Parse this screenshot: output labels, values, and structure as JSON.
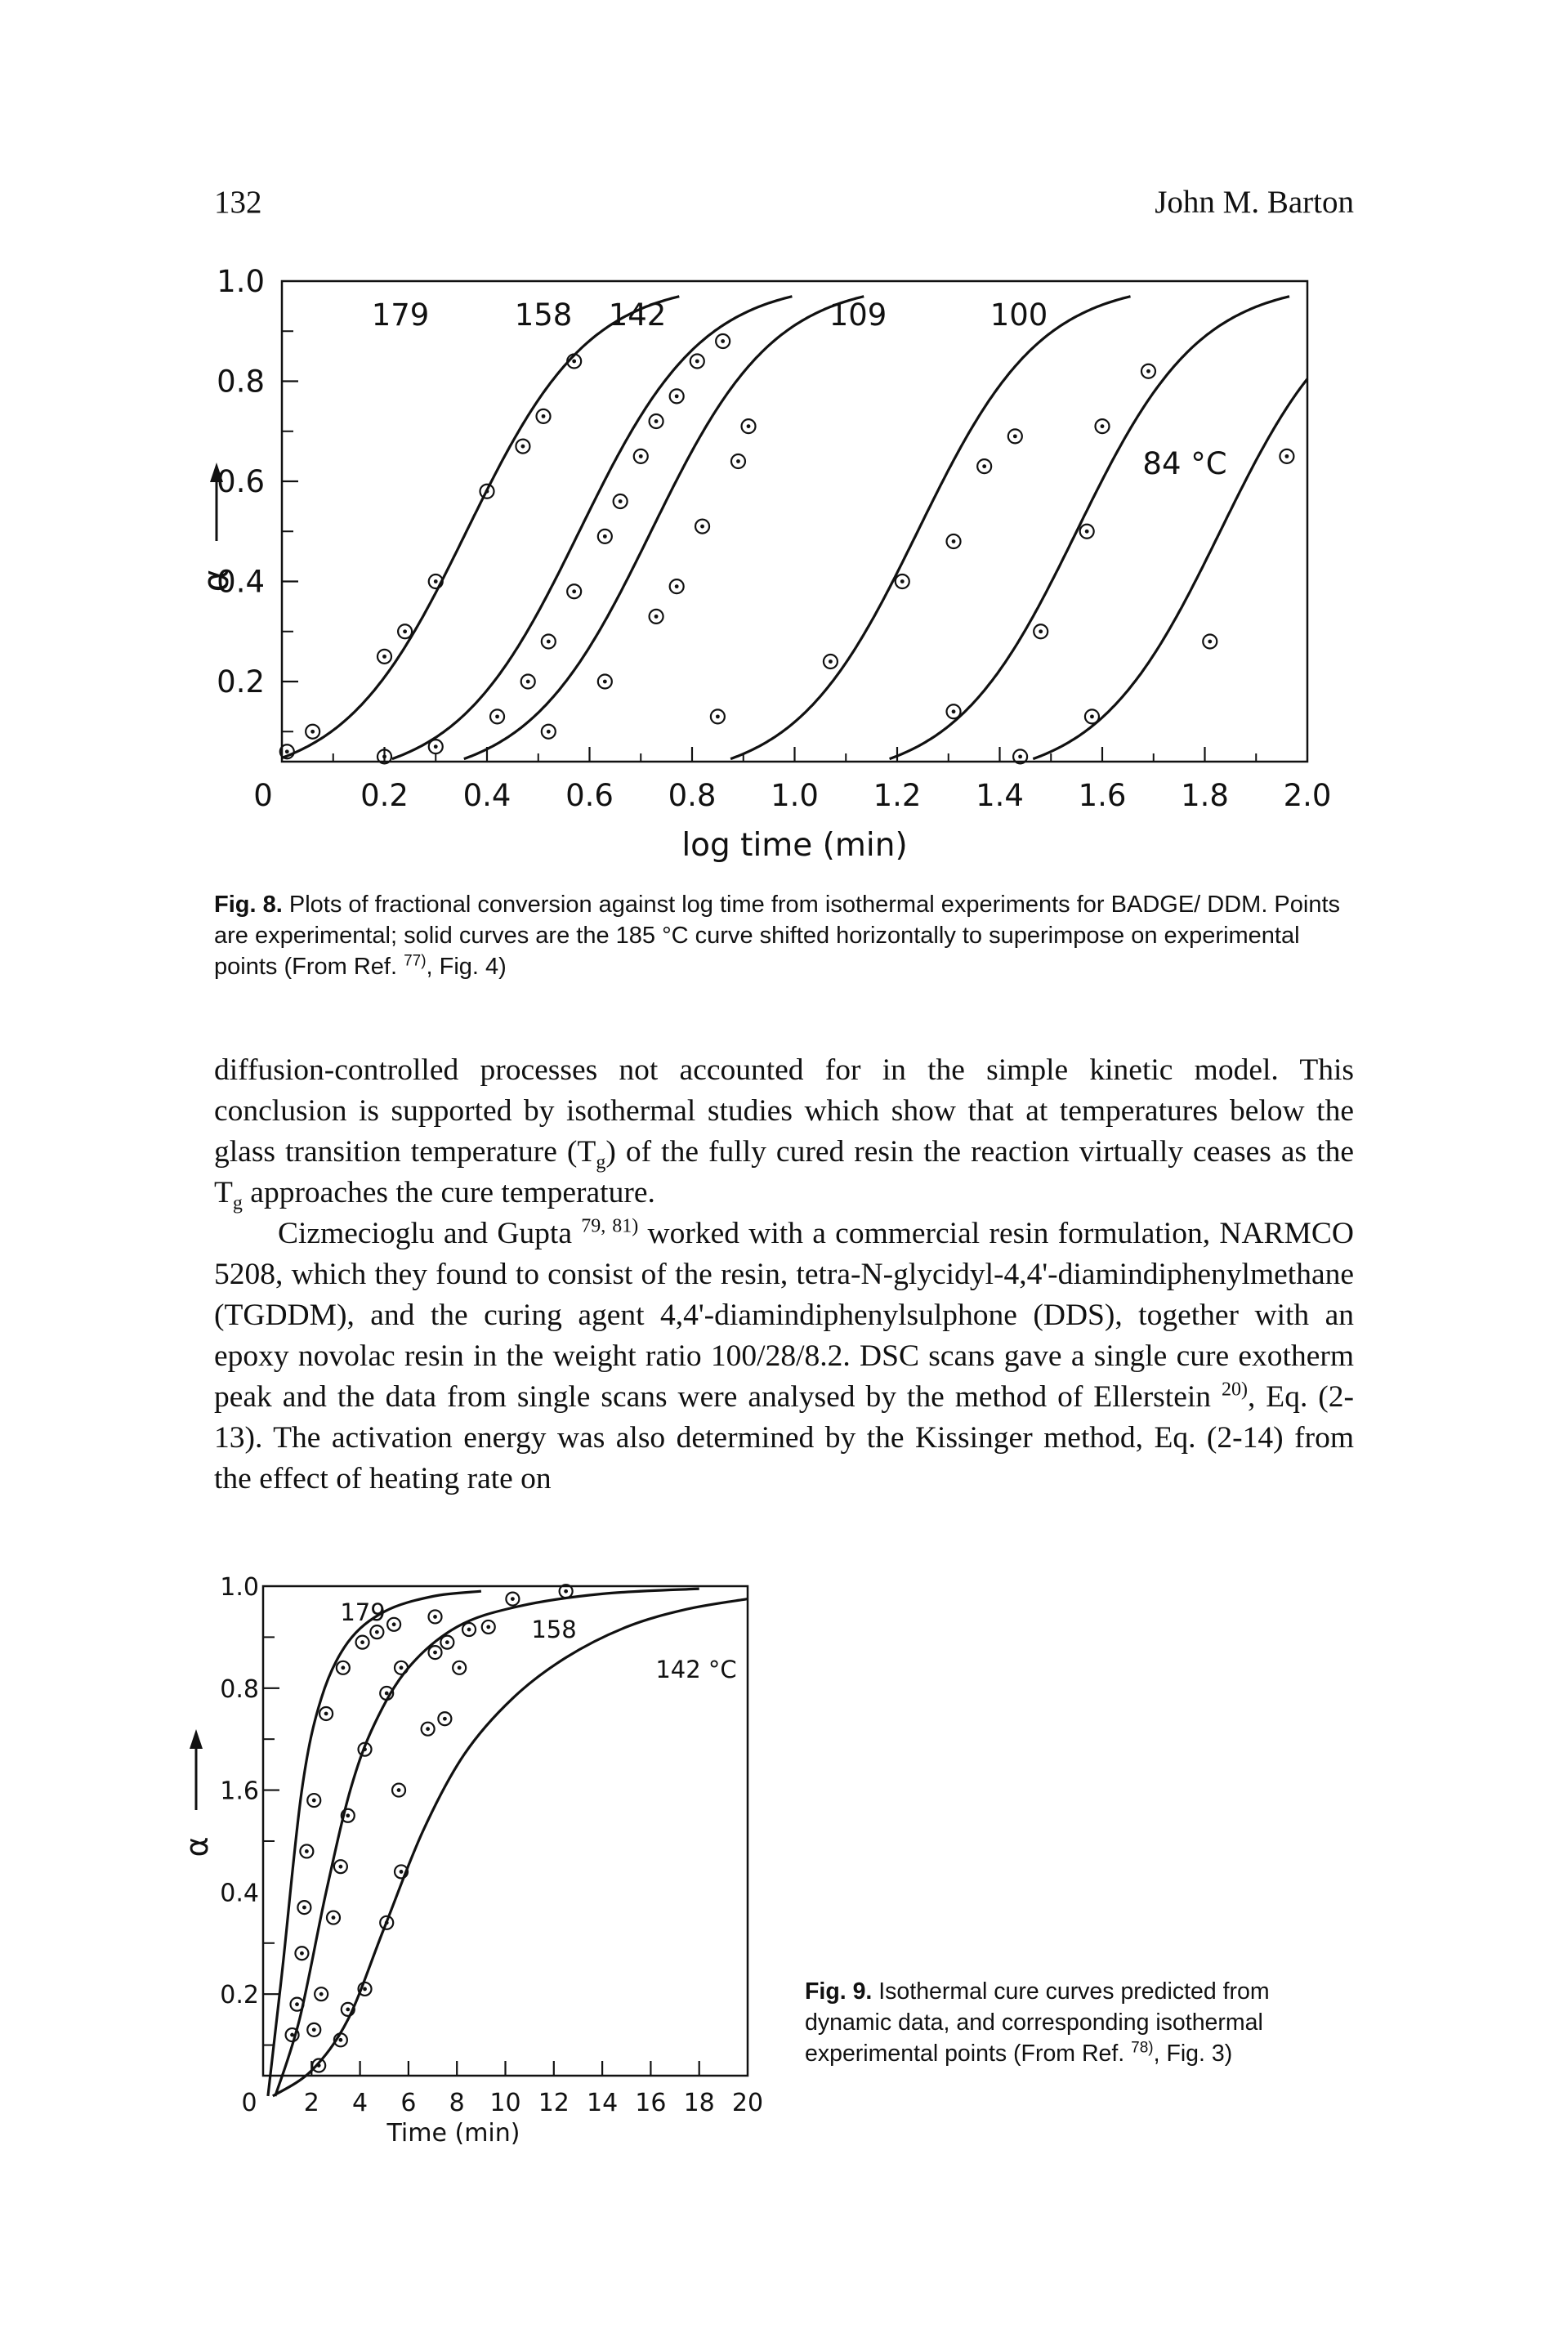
{
  "header": {
    "page_number": "132",
    "author": "John M. Barton"
  },
  "figure8": {
    "caption_label": "Fig. 8.",
    "caption_parts": [
      "Plots of fractional conversion against log time from isothermal experiments for BADGE/ DDM. Points are experimental; solid curves are the 185 °C curve shifted horizontally to superimpose on experimental points (From Ref. ",
      "77)",
      ", Fig. 4)"
    ],
    "chart_data": {
      "type": "line",
      "xlabel": "log time (min)",
      "ylabel": "α",
      "xlim": [
        0,
        2.0
      ],
      "ylim": [
        0.04,
        1.0
      ],
      "x_ticks": [
        "0",
        "0.2",
        "0.4",
        "0.6",
        "0.8",
        "1.0",
        "1.2",
        "1.4",
        "1.6",
        "1.8",
        "2.0"
      ],
      "y_ticks": [
        "0.2",
        "0.4",
        "0.6",
        "0.8",
        "1.0"
      ],
      "curve_labels": [
        "179",
        "158",
        "142",
        "109",
        "100",
        "84 °C"
      ],
      "curve_midpoints": [
        0.36,
        0.58,
        0.72,
        1.24,
        1.55,
        1.83
      ],
      "curve_top_value": 0.97,
      "series": [
        {
          "name": "179",
          "points": [
            [
              0.01,
              0.06
            ],
            [
              0.06,
              0.1
            ],
            [
              0.2,
              0.25
            ],
            [
              0.24,
              0.3
            ],
            [
              0.3,
              0.4
            ],
            [
              0.4,
              0.58
            ],
            [
              0.47,
              0.67
            ],
            [
              0.51,
              0.73
            ],
            [
              0.57,
              0.84
            ]
          ]
        },
        {
          "name": "158",
          "points": [
            [
              0.2,
              0.05
            ],
            [
              0.3,
              0.07
            ],
            [
              0.42,
              0.13
            ],
            [
              0.48,
              0.2
            ],
            [
              0.52,
              0.28
            ],
            [
              0.57,
              0.38
            ],
            [
              0.63,
              0.49
            ],
            [
              0.66,
              0.56
            ],
            [
              0.7,
              0.65
            ],
            [
              0.73,
              0.72
            ],
            [
              0.77,
              0.77
            ],
            [
              0.81,
              0.84
            ],
            [
              0.86,
              0.88
            ]
          ]
        },
        {
          "name": "142",
          "points": [
            [
              0.52,
              0.1
            ],
            [
              0.63,
              0.2
            ],
            [
              0.73,
              0.33
            ],
            [
              0.77,
              0.39
            ],
            [
              0.82,
              0.51
            ],
            [
              0.89,
              0.64
            ],
            [
              0.91,
              0.71
            ]
          ]
        },
        {
          "name": "109",
          "points": [
            [
              0.85,
              0.13
            ],
            [
              1.07,
              0.24
            ],
            [
              1.21,
              0.4
            ],
            [
              1.31,
              0.48
            ],
            [
              1.37,
              0.63
            ],
            [
              1.43,
              0.69
            ]
          ]
        },
        {
          "name": "100",
          "points": [
            [
              1.31,
              0.14
            ],
            [
              1.44,
              0.05
            ],
            [
              1.48,
              0.3
            ],
            [
              1.57,
              0.5
            ],
            [
              1.6,
              0.71
            ],
            [
              1.69,
              0.82
            ]
          ]
        },
        {
          "name": "84 °C",
          "points": [
            [
              1.58,
              0.13
            ],
            [
              1.81,
              0.28
            ],
            [
              1.96,
              0.65
            ]
          ]
        }
      ]
    }
  },
  "body": {
    "p1_a": "diffusion-controlled processes not accounted for in the simple kinetic model. This conclusion is supported by isothermal studies which show that at temperatures below the glass transition temperature (T",
    "p1_sub1": "g",
    "p1_b": ") of the fully cured resin the reaction virtually ceases as the T",
    "p1_sub2": "g",
    "p1_c": " approaches the cure temperature.",
    "p2_a": "Cizmecioglu and Gupta ",
    "p2_sup1": "79, 81)",
    "p2_b": " worked with a commercial resin formulation, NARMCO 5208, which they found to consist of the resin, tetra-N-glycidyl-4,4'-diamindiphenylmethane (TGDDM), and the curing agent 4,4'-diamindiphenylsulphone (DDS), together with an epoxy novolac resin in the weight ratio 100/28/8.2. DSC scans gave a single cure exotherm peak and the data from single scans were analysed by the method of Ellerstein ",
    "p2_sup2": "20)",
    "p2_c": ", Eq. (2-13). The activation energy was also determined by the Kissinger method, Eq. (2-14) from the effect of heating rate on"
  },
  "figure9": {
    "caption_label": "Fig. 9.",
    "caption_parts": [
      "Isothermal cure curves predicted from dynamic data, and corresponding isothermal experimental points (From Ref. ",
      "78)",
      ", Fig. 3)"
    ],
    "chart_data": {
      "type": "line",
      "xlabel": "Time (min)",
      "ylabel": "α",
      "xlim": [
        0,
        20
      ],
      "ylim": [
        0.04,
        1.0
      ],
      "x_ticks": [
        "0",
        "2",
        "4",
        "6",
        "8",
        "10",
        "12",
        "14",
        "16",
        "18",
        "20"
      ],
      "y_ticks": [
        "0.2",
        "1.6",
        "0.8",
        "1.0"
      ],
      "y_tick_values": [
        0.2,
        0.6,
        0.8,
        1.0
      ],
      "y_minor_ticks": [
        0.3,
        0.5,
        0.7,
        0.9
      ],
      "y_label_04": "0.4",
      "curve_labels": [
        "179",
        "158",
        "142 °C"
      ],
      "series": [
        {
          "name": "179",
          "curve": [
            [
              0.2,
              0.0
            ],
            [
              0.8,
              0.25
            ],
            [
              1.6,
              0.6
            ],
            [
              2.4,
              0.78
            ],
            [
              3.5,
              0.89
            ],
            [
              5.0,
              0.95
            ],
            [
              7.0,
              0.98
            ],
            [
              9.0,
              0.99
            ]
          ]
        },
        {
          "name": "158",
          "curve": [
            [
              0.5,
              0.0
            ],
            [
              1.5,
              0.15
            ],
            [
              2.6,
              0.4
            ],
            [
              3.6,
              0.6
            ],
            [
              4.6,
              0.73
            ],
            [
              6.0,
              0.84
            ],
            [
              8.0,
              0.92
            ],
            [
              10.5,
              0.96
            ],
            [
              14.0,
              0.985
            ],
            [
              18.0,
              0.995
            ]
          ]
        },
        {
          "name": "142 °C",
          "curve": [
            [
              0.4,
              0.0
            ],
            [
              2.0,
              0.05
            ],
            [
              3.5,
              0.15
            ],
            [
              5.0,
              0.33
            ],
            [
              6.6,
              0.52
            ],
            [
              8.3,
              0.67
            ],
            [
              10.3,
              0.78
            ],
            [
              12.5,
              0.86
            ],
            [
              15.0,
              0.92
            ],
            [
              17.5,
              0.955
            ],
            [
              20.0,
              0.975
            ]
          ]
        }
      ],
      "points": [
        {
          "name": "179",
          "values": [
            [
              1.2,
              0.12
            ],
            [
              1.4,
              0.18
            ],
            [
              1.6,
              0.28
            ],
            [
              1.7,
              0.37
            ],
            [
              1.8,
              0.48
            ],
            [
              2.1,
              0.58
            ],
            [
              2.6,
              0.75
            ],
            [
              3.3,
              0.84
            ],
            [
              4.1,
              0.89
            ],
            [
              4.7,
              0.91
            ],
            [
              5.4,
              0.925
            ],
            [
              7.1,
              0.94
            ]
          ]
        },
        {
          "name": "158",
          "values": [
            [
              2.1,
              0.13
            ],
            [
              2.4,
              0.2
            ],
            [
              2.9,
              0.35
            ],
            [
              3.2,
              0.45
            ],
            [
              3.5,
              0.55
            ],
            [
              4.2,
              0.68
            ],
            [
              5.1,
              0.79
            ],
            [
              5.7,
              0.84
            ],
            [
              7.1,
              0.87
            ],
            [
              7.6,
              0.89
            ],
            [
              8.5,
              0.915
            ],
            [
              10.3,
              0.975
            ],
            [
              12.5,
              0.99
            ]
          ]
        },
        {
          "name": "142 °C",
          "values": [
            [
              2.3,
              0.06
            ],
            [
              3.2,
              0.11
            ],
            [
              3.5,
              0.17
            ],
            [
              4.2,
              0.21
            ],
            [
              5.1,
              0.34
            ],
            [
              5.7,
              0.44
            ],
            [
              5.6,
              0.6
            ],
            [
              6.8,
              0.72
            ],
            [
              7.5,
              0.74
            ],
            [
              8.1,
              0.84
            ],
            [
              9.3,
              0.92
            ]
          ]
        }
      ]
    }
  }
}
